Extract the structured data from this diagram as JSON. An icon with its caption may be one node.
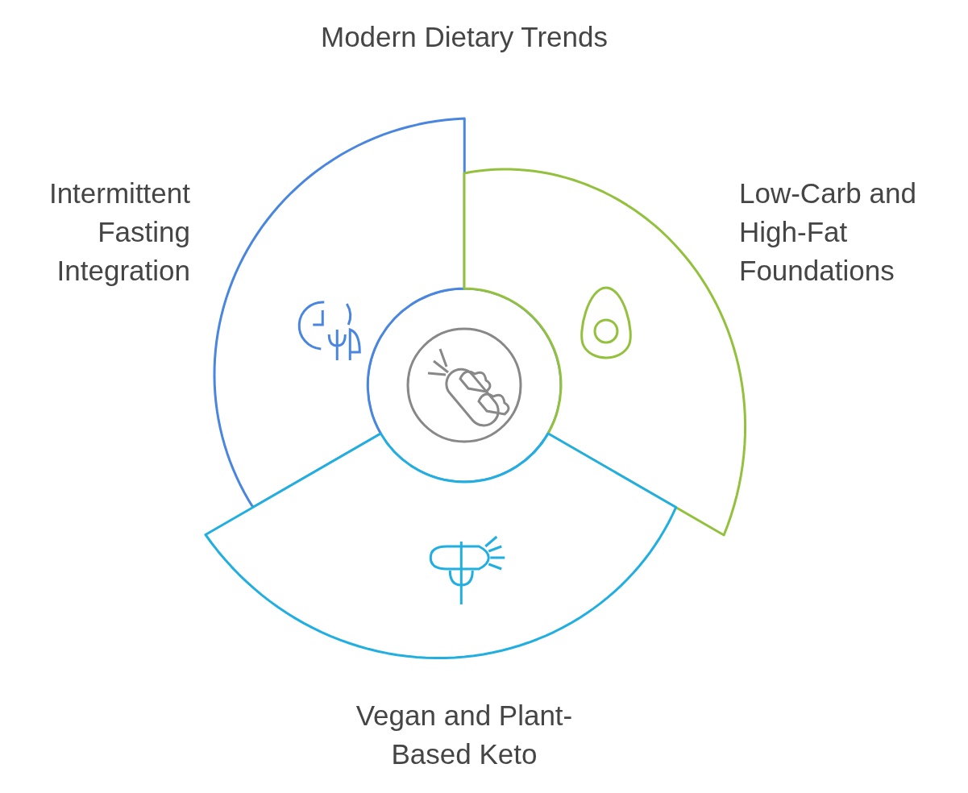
{
  "diagram": {
    "title": "Modern Dietary Trends",
    "nodes": [
      {
        "text": [],
        "shape": "circle"
      },
      {
        "text": [
          "Intermittent Fasting Integration"
        ]
      },
      {
        "text": [
          "Low-Carb and High-Fat Foundations"
        ]
      },
      {
        "text": [
          "Vegan and Plant-Based Keto"
        ]
      }
    ],
    "edges": []
  }
}
